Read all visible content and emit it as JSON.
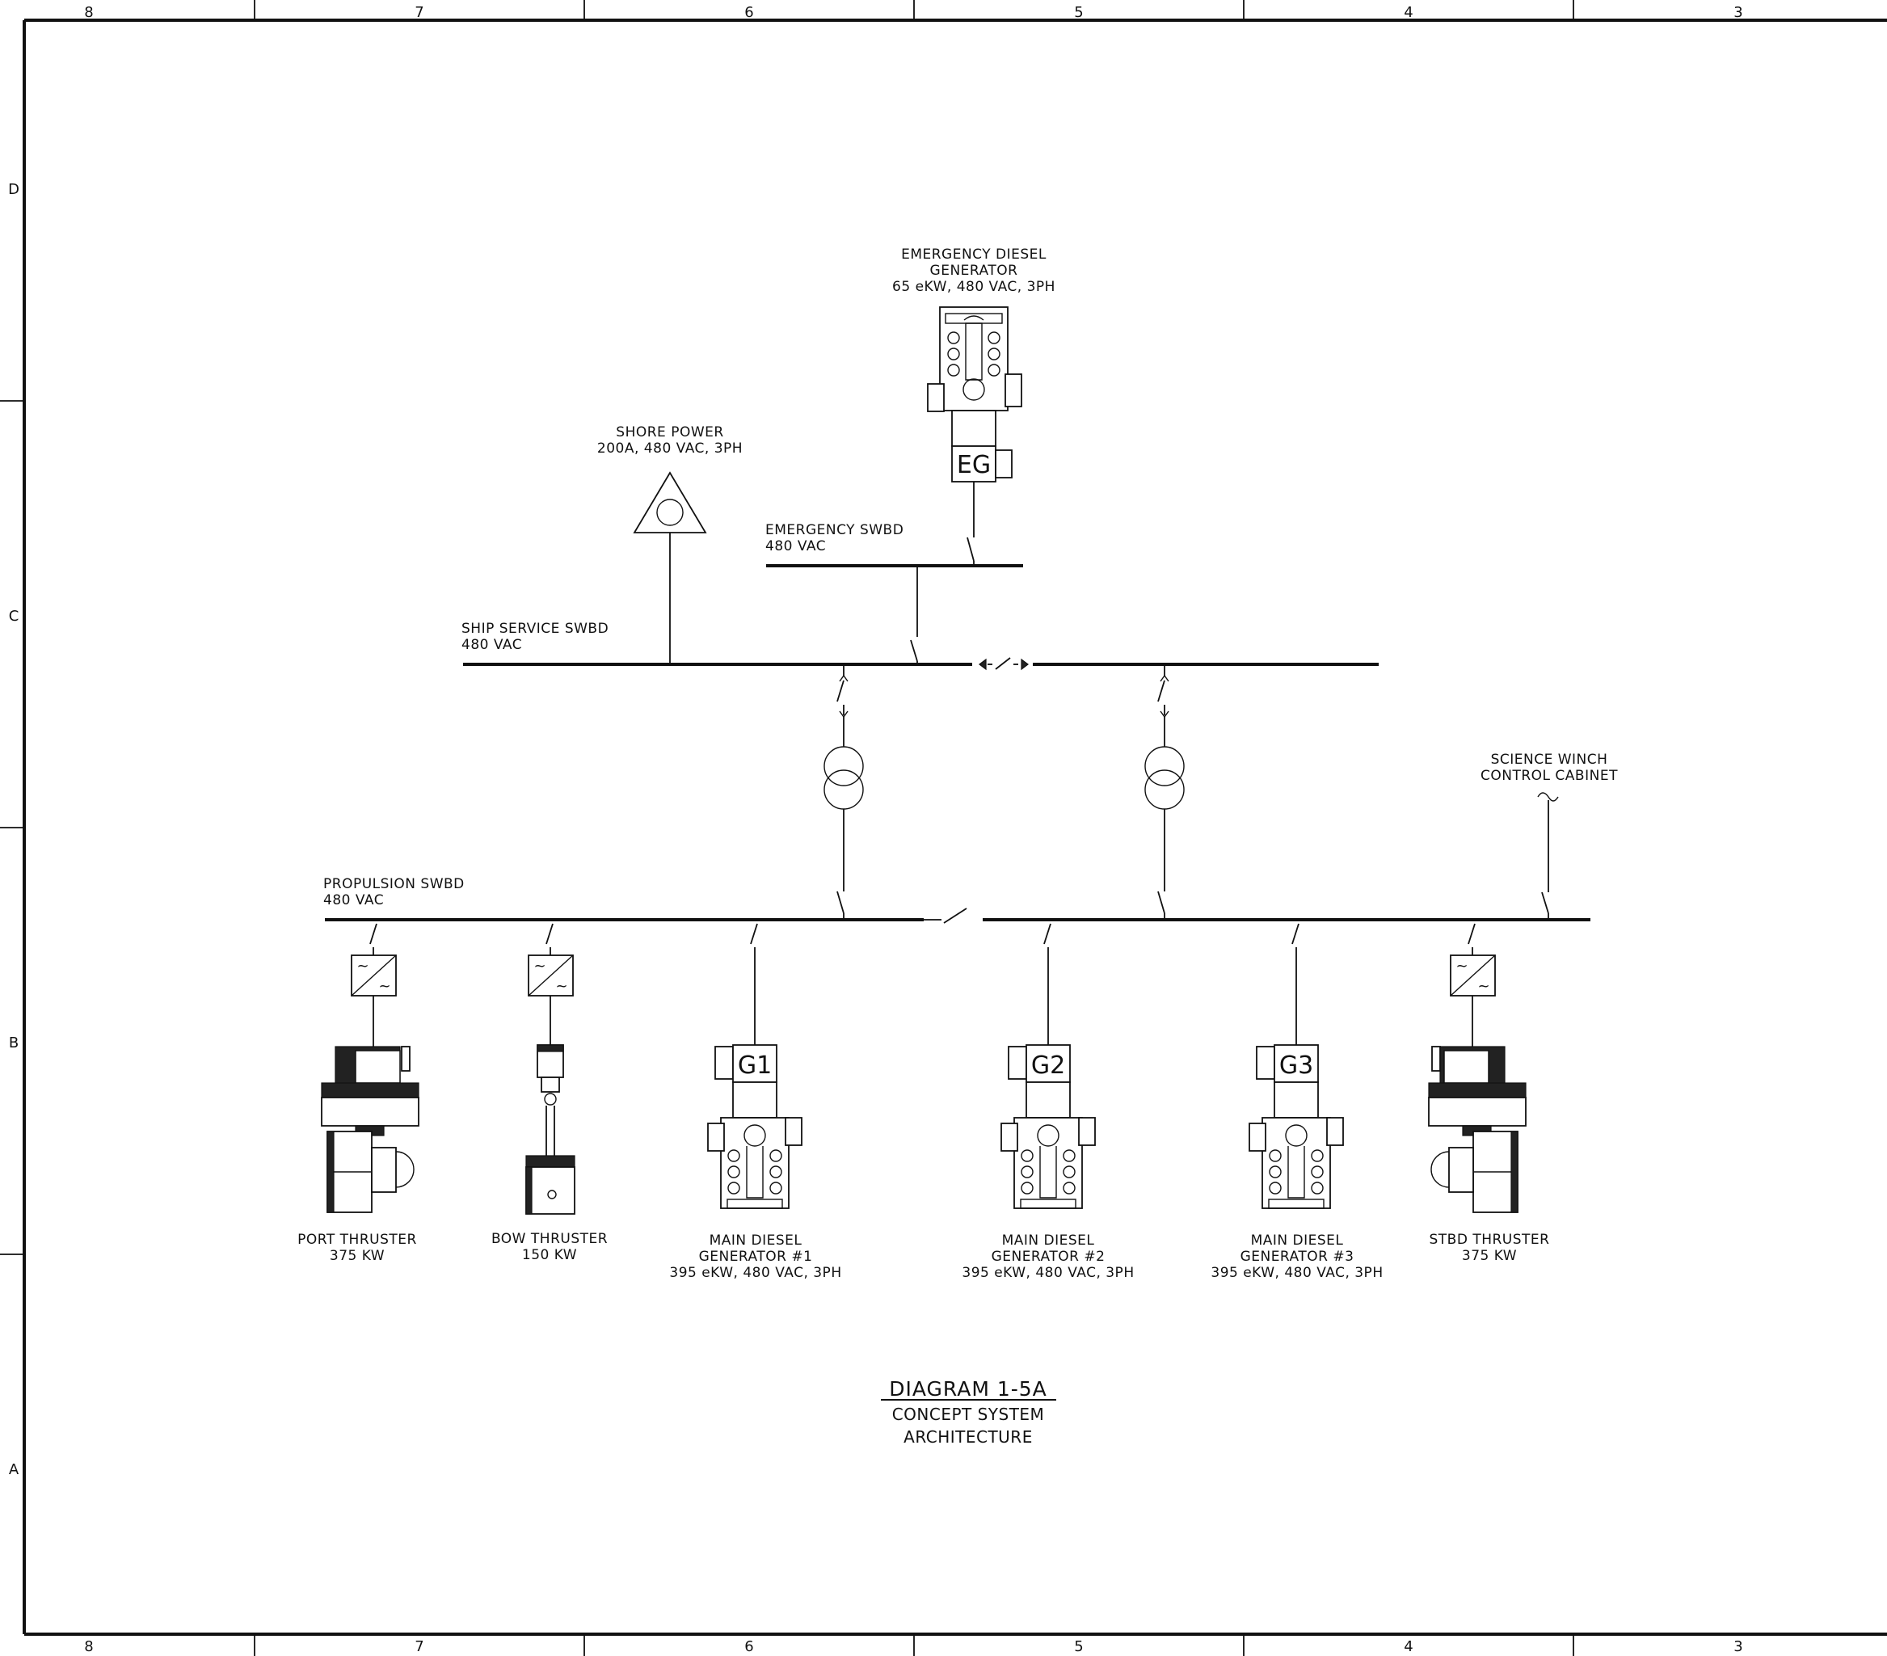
{
  "drawing": {
    "title": "DIAGRAM 1-5A",
    "subtitle_line1": "CONCEPT SYSTEM",
    "subtitle_line2": "ARCHITECTURE"
  },
  "border": {
    "columns": [
      "8",
      "7",
      "6",
      "5",
      "4",
      "3"
    ],
    "rows": [
      "D",
      "C",
      "B",
      "A"
    ]
  },
  "switchboards": {
    "emergency": {
      "line1": "EMERGENCY SWBD",
      "line2": "480 VAC"
    },
    "ship_service": {
      "line1": "SHIP SERVICE SWBD",
      "line2": "480 VAC"
    },
    "propulsion": {
      "line1": "PROPULSION SWBD",
      "line2": "480 VAC"
    }
  },
  "sources": {
    "emergency_generator": {
      "line1": "EMERGENCY DIESEL",
      "line2": "GENERATOR",
      "line3": "65 eKW, 480 VAC, 3PH",
      "tag": "EG"
    },
    "shore_power": {
      "line1": "SHORE POWER",
      "line2": "200A, 480 VAC, 3PH"
    },
    "main_gen_1": {
      "line1": "MAIN DIESEL",
      "line2": "GENERATOR #1",
      "line3": "395 eKW, 480 VAC, 3PH",
      "tag": "G1"
    },
    "main_gen_2": {
      "line1": "MAIN DIESEL",
      "line2": "GENERATOR #2",
      "line3": "395 eKW, 480 VAC, 3PH",
      "tag": "G2"
    },
    "main_gen_3": {
      "line1": "MAIN DIESEL",
      "line2": "GENERATOR #3",
      "line3": "395 eKW, 480 VAC, 3PH",
      "tag": "G3"
    }
  },
  "loads": {
    "port_thruster": {
      "line1": "PORT THRUSTER",
      "line2": "375 KW"
    },
    "bow_thruster": {
      "line1": "BOW THRUSTER",
      "line2": "150 KW"
    },
    "stbd_thruster": {
      "line1": "STBD THRUSTER",
      "line2": "375 KW"
    },
    "science_winch": {
      "line1": "SCIENCE WINCH",
      "line2": "CONTROL CABINET"
    }
  },
  "symbols": {
    "drive_glyph": "~",
    "icons": [
      "transformer-icon",
      "vfd-drive-icon",
      "diesel-engine-icon",
      "thruster-icon",
      "shore-power-icon",
      "breaker-icon"
    ]
  }
}
